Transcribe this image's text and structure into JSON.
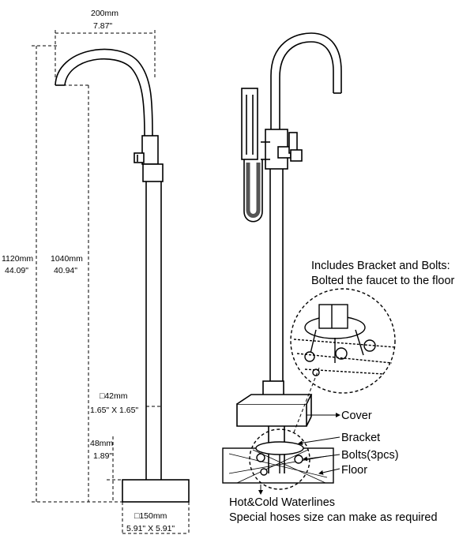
{
  "dimensions": {
    "top_width": {
      "mm": "200mm",
      "inch": "7.87\""
    },
    "total_height": {
      "mm": "1120mm",
      "inch": "44.09\""
    },
    "spout_height": {
      "mm": "1040mm",
      "inch": "40.94\""
    },
    "column_section": {
      "mm": "□42mm",
      "inch": "1.65\" X 1.65\""
    },
    "base_height": {
      "mm": "48mm",
      "inch": "1.89\""
    },
    "base_size": {
      "mm": "□150mm",
      "inch": "5.91\" X 5.91\""
    }
  },
  "notes": {
    "bracket_line1": "Includes Bracket and Bolts:",
    "bracket_line2": "Bolted the faucet to the floor",
    "waterlines_line1": "Hot&Cold Waterlines",
    "waterlines_line2": "Special hoses size can make as required"
  },
  "callouts": {
    "cover": "Cover",
    "bracket": "Bracket",
    "bolts": "Bolts(3pcs)",
    "floor": "Floor"
  }
}
